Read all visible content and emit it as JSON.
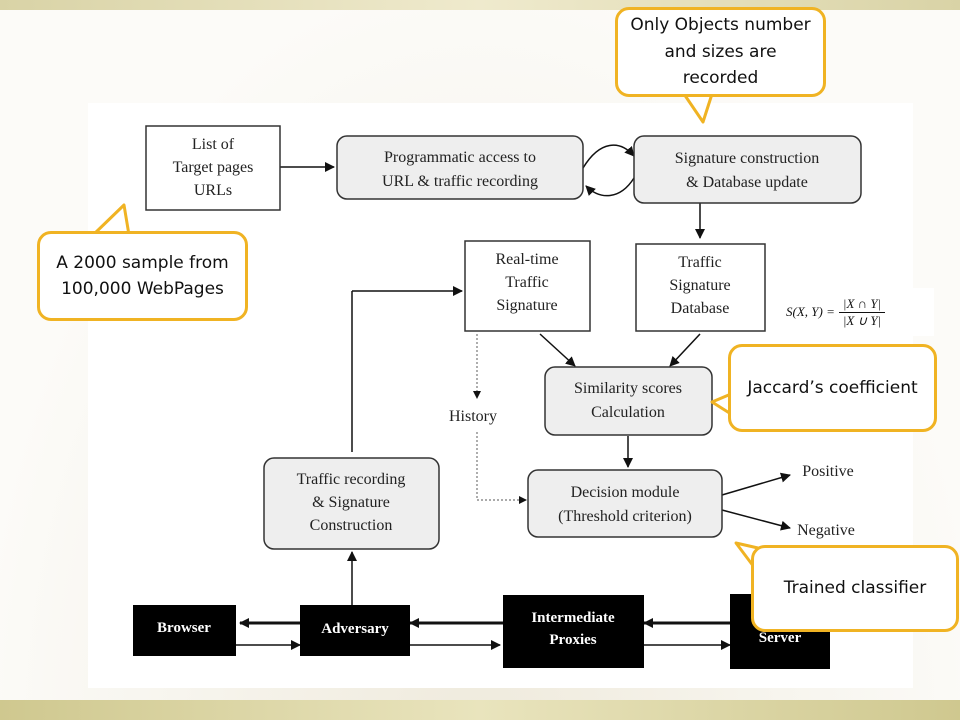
{
  "boxes": {
    "target_pages": [
      "List of",
      "Target pages",
      "URLs"
    ],
    "programmatic_access": [
      "Programmatic access to",
      "URL & traffic recording"
    ],
    "signature_construction": [
      "Signature construction",
      "& Database update"
    ],
    "realtime_signature": [
      "Real-time",
      "Traffic",
      "Signature"
    ],
    "signature_database": [
      "Traffic",
      "Signature",
      "Database"
    ],
    "similarity": [
      "Similarity scores",
      "Calculation"
    ],
    "decision": [
      "Decision module",
      "(Threshold criterion)"
    ],
    "traffic_recording": [
      "Traffic recording",
      "& Signature",
      "Construction"
    ]
  },
  "labels": {
    "history": "History",
    "positive": "Positive",
    "negative": "Negative"
  },
  "network": {
    "browser": "Browser",
    "adversary": "Adversary",
    "proxies": [
      "Intermediate",
      "Proxies"
    ],
    "server": "Server"
  },
  "formula": {
    "lhs": "S(X, Y) =",
    "numerator": "|X ∩ Y|",
    "denominator": "|X ∪ Y|"
  },
  "callouts": {
    "objects": "Only Objects number and sizes are recorded",
    "sample": "A  2000 sample from 100,000 WebPages",
    "jaccard": "Jaccard’s coefficient",
    "classifier": "Trained classifier"
  },
  "colors": {
    "callout_border": "#f0b323",
    "box_fill": "#eeeeee",
    "network_fill": "#000000"
  }
}
